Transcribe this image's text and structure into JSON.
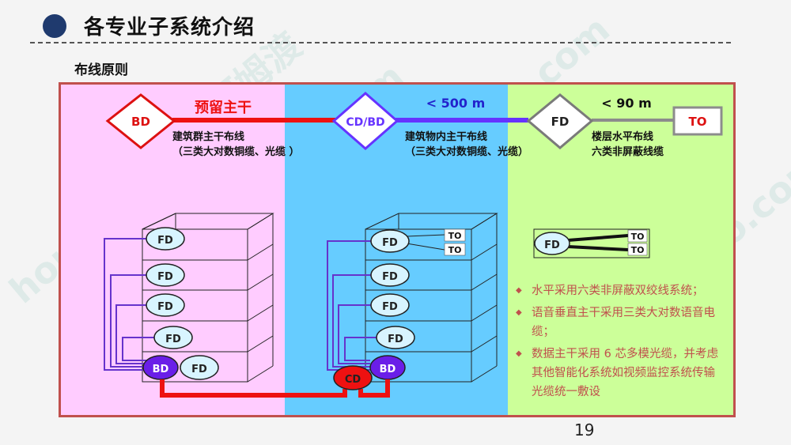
{
  "header": {
    "title": "各专业子系统介绍",
    "subtitle": "布线原则"
  },
  "top_chain": {
    "bd": "BD",
    "reserve": "预留主干",
    "campus_line1": "建筑群主干布线",
    "campus_line2": "（三类大对数铜缆、光缆 ）",
    "cdbd": "CD/BD",
    "dist500": "< 500 m",
    "building_line1": "建筑物内主干布线",
    "building_line2": "（三类大对数铜缆、光缆）",
    "fd": "FD",
    "dist90": "< 90 m",
    "floor_line1": "楼层水平布线",
    "floor_line2": "六类非屏蔽线缆",
    "to": "TO"
  },
  "left_building": {
    "fd": "FD",
    "bd": "BD"
  },
  "mid_building": {
    "fd": "FD",
    "bd": "BD",
    "cd": "CD",
    "to": "TO"
  },
  "right_detail": {
    "fd": "FD",
    "to": "TO"
  },
  "bullets": [
    "水平采用六类非屏蔽双绞线系统；",
    "语音垂直主干采用三类大对数语音电缆；",
    "数据主干采用 6 芯多模光缆，并考虑其他智能化系统如视频监控系统传输光缆统一敷设"
  ],
  "page_number": "19",
  "watermark": [
    "河姆渡",
    "homedo.com"
  ],
  "colors": {
    "frame": "#c0504d",
    "red_line": "#ee1111",
    "purple": "#6633ff",
    "gray_line": "#8c8c8c"
  }
}
